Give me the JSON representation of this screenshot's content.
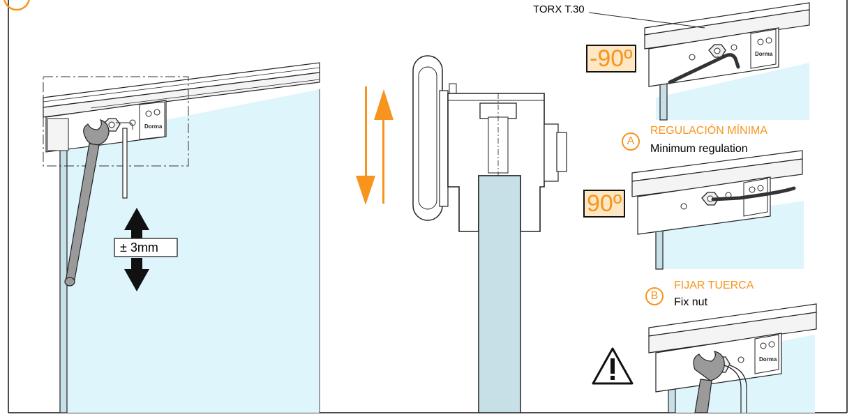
{
  "labels": {
    "torx": "TORX T.30",
    "angle_neg": "-90º",
    "angle_pos": "90º",
    "adjust_range": "± 3mm",
    "step_a_badge": "A",
    "step_a_title": "REGULACIÓN MÍNIMA",
    "step_a_sub": "Minimum regulation",
    "step_b_badge": "B",
    "step_b_title": "FIJAR TUERCA",
    "step_b_sub": "Fix nut",
    "logo_small": "Dorma"
  },
  "colors": {
    "accent": "#f7941d",
    "glass": "#dff5fc",
    "glass_edge": "#c7dfe6",
    "steel": "#f4f4f4",
    "outline": "#111111",
    "label_bg": "#fde7c4"
  },
  "icons": [
    "warning-icon",
    "arrow-up-down-icon",
    "wrench-icon",
    "hex-key-icon"
  ]
}
